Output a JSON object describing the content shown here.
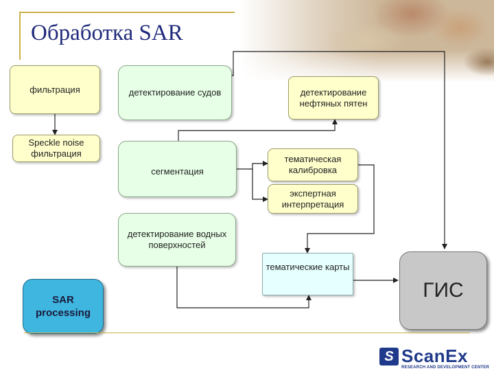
{
  "header": {
    "title": "Обработка SAR"
  },
  "nodes": {
    "filtering": "фильтрация",
    "speckle_filtering": "Speckle noise фильтрация",
    "ship_detection": "детектирование судов",
    "oil_spill_detection": "детектирование нефтяных пятен",
    "segmentation": "сегментация",
    "thematic_calibration": "тематическая калибровка",
    "expert_interpretation": "экспертная интерпретация",
    "water_detection": "детектирование водных поверхностей",
    "thematic_maps": "тематические карты",
    "sar_processing": "SAR processing",
    "gis": "ГИС"
  },
  "logo": {
    "name": "ScanEx",
    "tagline": "RESEARCH AND DEVELOPMENT CENTER",
    "mark": "S"
  },
  "colors": {
    "title": "#1f2a7a",
    "accent_line": "#c9b04a",
    "arrow": "#222222",
    "yellow_box": "#ffffcc",
    "green_box": "#e6ffe6",
    "cyan_box": "#e6ffff",
    "sar_box": "#3fb6e0",
    "gis_box": "#c8c8c8",
    "logo": "#1f3a8a"
  }
}
